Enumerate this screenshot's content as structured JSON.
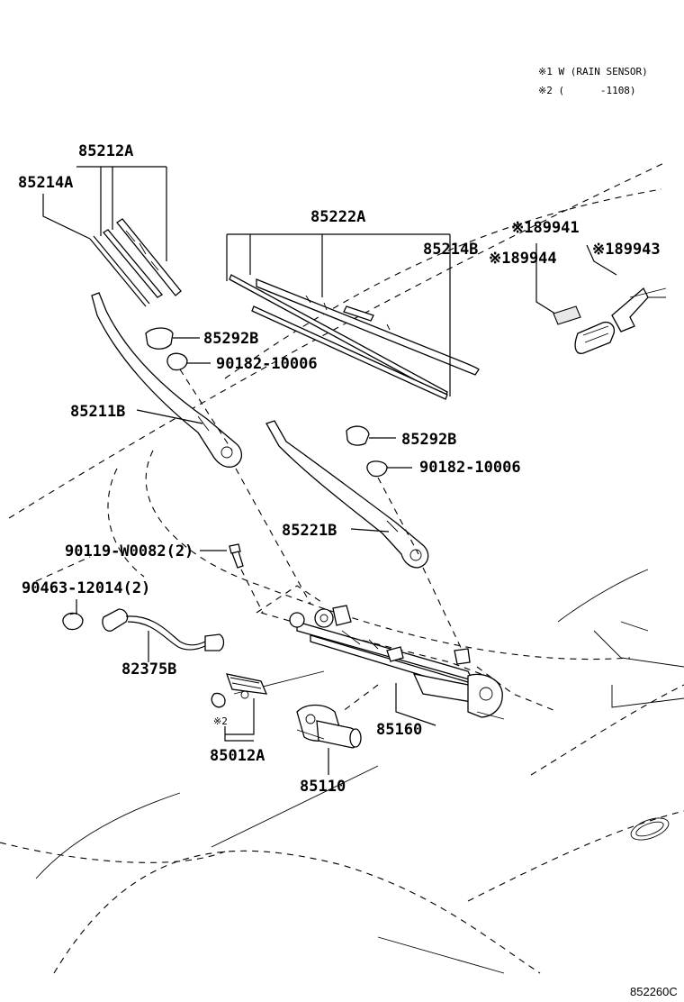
{
  "notes": [
    {
      "id": "note1",
      "text": "※1 W (RAIN SENSOR)"
    },
    {
      "id": "note2",
      "text": "※2 (      -1108)"
    }
  ],
  "labels": {
    "p85212A": "85212A",
    "p85214A": "85214A",
    "p85222A": "85222A",
    "p85214B": "85214B",
    "p89941": "※189941",
    "p89944": "※189944",
    "p89943": "※189943",
    "p85292B_1": "85292B",
    "p90182_1": "90182-10006",
    "p85211B": "85211B",
    "p85292B_2": "85292B",
    "p90182_2": "90182-10006",
    "p85221B": "85221B",
    "p90119": "90119-W0082(2)",
    "p90463": "90463-12014(2)",
    "p82375B": "82375B",
    "p85160": "85160",
    "pNote2": "※2",
    "p85012A": "85012A",
    "p85110": "85110"
  },
  "figure_code": "852260C"
}
